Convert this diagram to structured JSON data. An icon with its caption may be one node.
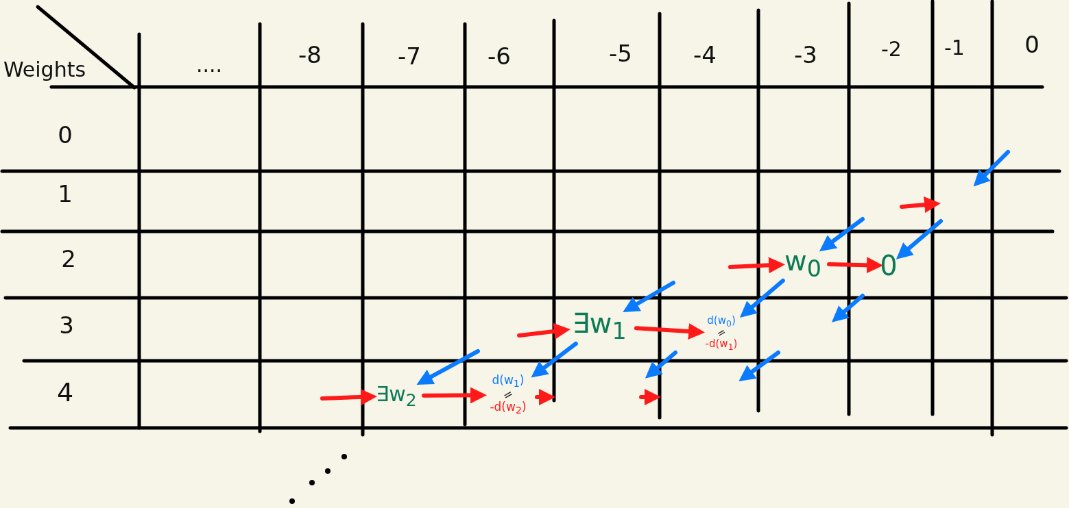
{
  "diagram": {
    "nodes": [
      {
        "text": [
          "w$_{0}$"
        ]
      },
      {
        "text": [
          "0"
        ]
      },
      {
        "text": [
          "∃w$_{1}$"
        ]
      },
      {
        "text": [
          "d(w$_{0}$)",
          "=",
          "-d(w$_{1}$)"
        ]
      },
      {
        "text": [
          "∃w$_{2}$"
        ]
      },
      {
        "text": [
          "d(w$_{1}$)",
          "=",
          "-d(w$_{2}$)"
        ]
      }
    ],
    "edges": [
      {
        "from": null,
        "to": 0,
        "arrow": "to",
        "color": "#ff1a1a"
      },
      {
        "from": 0,
        "to": 1,
        "arrow": "to",
        "color": "#ff1a1a"
      },
      {
        "from": null,
        "to": 0,
        "arrow": "to",
        "color": "#0a7aff"
      },
      {
        "from": 0,
        "to": 3,
        "arrow": "to",
        "color": "#0a7aff"
      },
      {
        "from": null,
        "to": 1,
        "arrow": "to",
        "color": "#0a7aff"
      },
      {
        "from": null,
        "to": 2,
        "arrow": "to",
        "color": "#ff1a1a"
      },
      {
        "from": 2,
        "to": 3,
        "arrow": "to",
        "color": "#ff1a1a"
      },
      {
        "from": null,
        "to": 2,
        "arrow": "to",
        "color": "#0a7aff"
      },
      {
        "from": 2,
        "to": 5,
        "arrow": "to",
        "color": "#0a7aff"
      },
      {
        "from": null,
        "to": 4,
        "arrow": "to",
        "color": "#ff1a1a"
      },
      {
        "from": 4,
        "to": 5,
        "arrow": "to",
        "color": "#ff1a1a"
      },
      {
        "from": null,
        "to": 4,
        "arrow": "to",
        "color": "#0a7aff"
      }
    ],
    "labels": [
      "Weights",
      "....",
      "-8",
      "-7",
      "-6",
      "-5",
      "-4",
      "-3",
      "-2",
      "-1",
      "0",
      "0",
      "1",
      "2",
      "3",
      "4"
    ]
  }
}
